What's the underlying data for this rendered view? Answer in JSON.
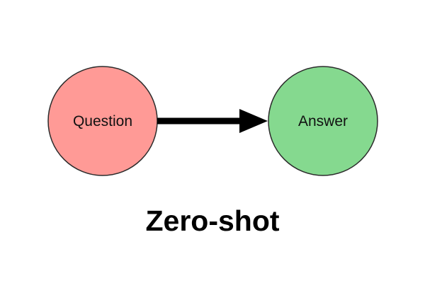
{
  "diagram": {
    "nodes": [
      {
        "id": "question",
        "label": "Question",
        "fill": "#ff9a96"
      },
      {
        "id": "answer",
        "label": "Answer",
        "fill": "#85d98f"
      }
    ],
    "edges": [
      {
        "from": "question",
        "to": "answer"
      }
    ],
    "caption": "Zero-shot",
    "colors": {
      "node_stroke": "#2b2b2b",
      "arrow": "#000000",
      "text": "#111111"
    }
  }
}
